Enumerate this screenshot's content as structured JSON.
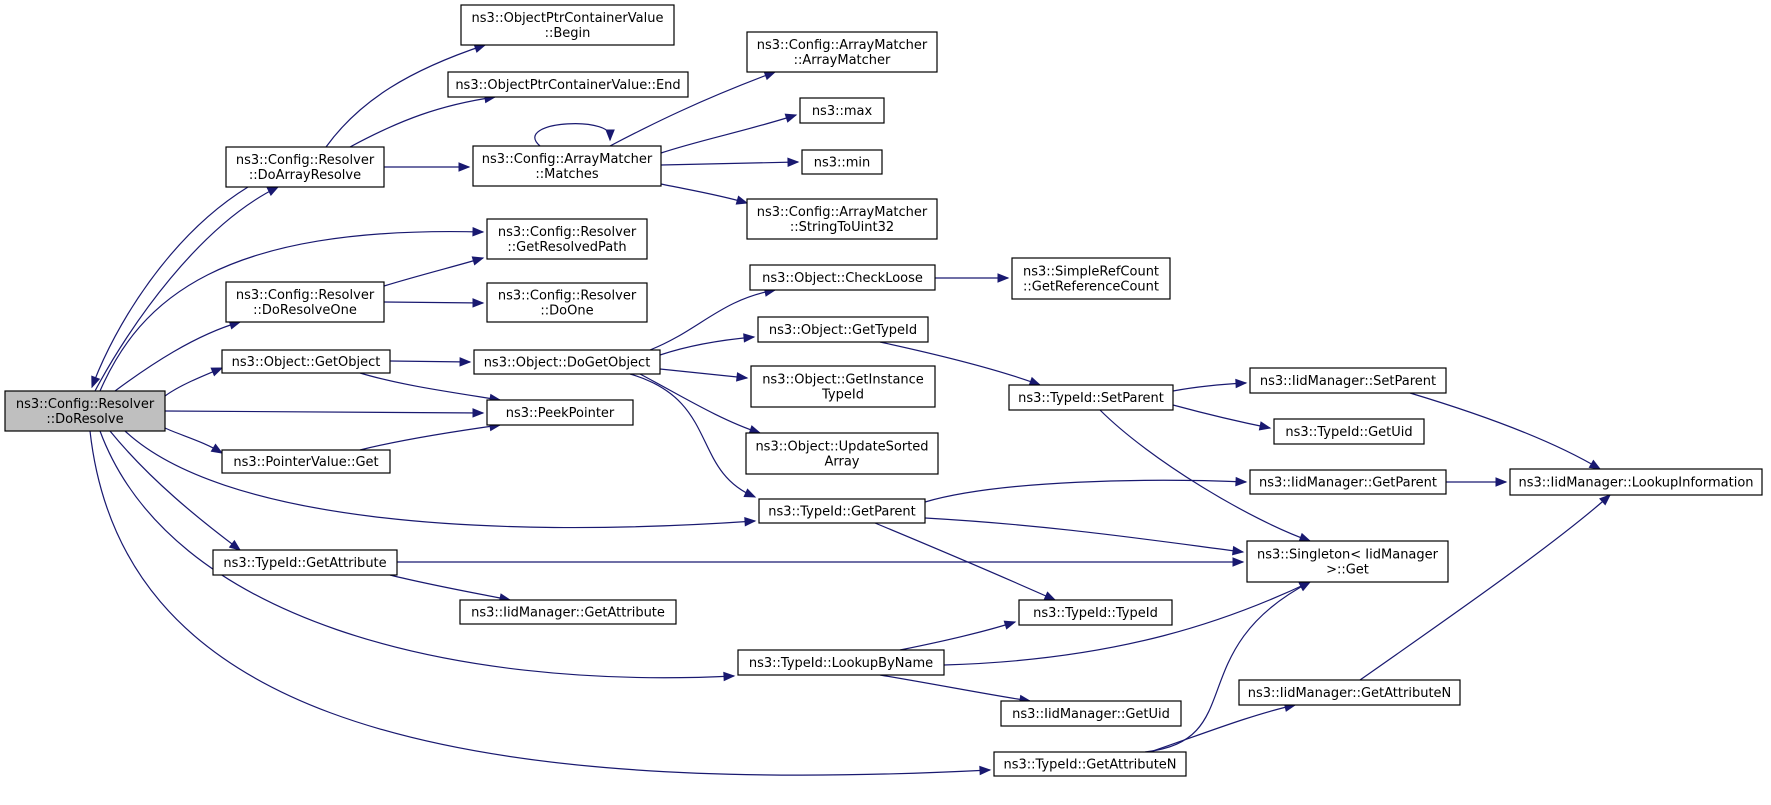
{
  "nodes": [
    {
      "id": "doresolve",
      "lines": [
        "ns3::Config::Resolver",
        "::DoResolve"
      ],
      "root": true
    },
    {
      "id": "dorarrayresolve",
      "lines": [
        "ns3::Config::Resolver",
        "::DoArrayResolve"
      ]
    },
    {
      "id": "getresolvedpath",
      "lines": [
        "ns3::Config::Resolver",
        "::GetResolvedPath"
      ]
    },
    {
      "id": "doresolveone",
      "lines": [
        "ns3::Config::Resolver",
        "::DoResolveOne"
      ]
    },
    {
      "id": "getobject",
      "lines": [
        "ns3::Object::GetObject"
      ]
    },
    {
      "id": "peekpointer",
      "lines": [
        "ns3::PeekPointer"
      ]
    },
    {
      "id": "pvget",
      "lines": [
        "ns3::PointerValue::Get"
      ]
    },
    {
      "id": "tid_getattribute",
      "lines": [
        "ns3::TypeId::GetAttribute"
      ]
    },
    {
      "id": "tid_getparent",
      "lines": [
        "ns3::TypeId::GetParent"
      ]
    },
    {
      "id": "lookupbyname",
      "lines": [
        "ns3::TypeId::LookupByName"
      ]
    },
    {
      "id": "tid_getattributen",
      "lines": [
        "ns3::TypeId::GetAttributeN"
      ]
    },
    {
      "id": "opcv_begin",
      "lines": [
        "ns3::ObjectPtrContainerValue",
        "::Begin"
      ]
    },
    {
      "id": "opcv_end",
      "lines": [
        "ns3::ObjectPtrContainerValue::End"
      ]
    },
    {
      "id": "am_matches",
      "lines": [
        "ns3::Config::ArrayMatcher",
        "::Matches"
      ]
    },
    {
      "id": "doone",
      "lines": [
        "ns3::Config::Resolver",
        "::DoOne"
      ]
    },
    {
      "id": "dogetobject",
      "lines": [
        "ns3::Object::DoGetObject"
      ]
    },
    {
      "id": "iid_getattribute",
      "lines": [
        "ns3::IidManager::GetAttribute"
      ]
    },
    {
      "id": "am_ctor",
      "lines": [
        "ns3::Config::ArrayMatcher",
        "::ArrayMatcher"
      ]
    },
    {
      "id": "max",
      "lines": [
        "ns3::max"
      ]
    },
    {
      "id": "min",
      "lines": [
        "ns3::min"
      ]
    },
    {
      "id": "am_stou32",
      "lines": [
        "ns3::Config::ArrayMatcher",
        "::StringToUint32"
      ]
    },
    {
      "id": "checkloose",
      "lines": [
        "ns3::Object::CheckLoose"
      ]
    },
    {
      "id": "obj_gettypeid",
      "lines": [
        "ns3::Object::GetTypeId"
      ]
    },
    {
      "id": "getinstancetypeid",
      "lines": [
        "ns3::Object::GetInstance",
        "TypeId"
      ]
    },
    {
      "id": "updatesorted",
      "lines": [
        "ns3::Object::UpdateSorted",
        "Array"
      ]
    },
    {
      "id": "tid_typeid",
      "lines": [
        "ns3::TypeId::TypeId"
      ]
    },
    {
      "id": "iid_getuid",
      "lines": [
        "ns3::IidManager::GetUid"
      ]
    },
    {
      "id": "getrefcount",
      "lines": [
        "ns3::SimpleRefCount",
        "::GetReferenceCount"
      ]
    },
    {
      "id": "tid_setparent",
      "lines": [
        "ns3::TypeId::SetParent"
      ]
    },
    {
      "id": "singleton_get",
      "lines": [
        "ns3::Singleton< IidManager",
        ">::Get"
      ]
    },
    {
      "id": "iid_getattributen",
      "lines": [
        "ns3::IidManager::GetAttributeN"
      ]
    },
    {
      "id": "iid_setparent",
      "lines": [
        "ns3::IidManager::SetParent"
      ]
    },
    {
      "id": "tid_getuid",
      "lines": [
        "ns3::TypeId::GetUid"
      ]
    },
    {
      "id": "iid_getparent",
      "lines": [
        "ns3::IidManager::GetParent"
      ]
    },
    {
      "id": "iid_lookupinfo",
      "lines": [
        "ns3::IidManager::LookupInformation"
      ]
    }
  ],
  "edges": [
    {
      "from": "doresolve",
      "to": "dorarrayresolve"
    },
    {
      "from": "doresolve",
      "to": "getresolvedpath"
    },
    {
      "from": "doresolve",
      "to": "doresolveone"
    },
    {
      "from": "doresolve",
      "to": "getobject"
    },
    {
      "from": "doresolve",
      "to": "peekpointer"
    },
    {
      "from": "doresolve",
      "to": "pvget"
    },
    {
      "from": "doresolve",
      "to": "tid_getattribute"
    },
    {
      "from": "doresolve",
      "to": "tid_getparent"
    },
    {
      "from": "doresolve",
      "to": "lookupbyname"
    },
    {
      "from": "doresolve",
      "to": "tid_getattributen"
    },
    {
      "from": "dorarrayresolve",
      "to": "doresolve"
    },
    {
      "from": "dorarrayresolve",
      "to": "opcv_begin"
    },
    {
      "from": "dorarrayresolve",
      "to": "opcv_end"
    },
    {
      "from": "dorarrayresolve",
      "to": "am_matches"
    },
    {
      "from": "doresolveone",
      "to": "getresolvedpath"
    },
    {
      "from": "doresolveone",
      "to": "doone"
    },
    {
      "from": "getobject",
      "to": "dogetobject"
    },
    {
      "from": "getobject",
      "to": "peekpointer"
    },
    {
      "from": "pvget",
      "to": "peekpointer"
    },
    {
      "from": "tid_getattribute",
      "to": "iid_getattribute"
    },
    {
      "from": "tid_getattribute",
      "to": "singleton_get"
    },
    {
      "from": "am_matches",
      "to": "am_matches"
    },
    {
      "from": "am_matches",
      "to": "am_ctor"
    },
    {
      "from": "am_matches",
      "to": "max"
    },
    {
      "from": "am_matches",
      "to": "min"
    },
    {
      "from": "am_matches",
      "to": "am_stou32"
    },
    {
      "from": "dogetobject",
      "to": "checkloose"
    },
    {
      "from": "dogetobject",
      "to": "obj_gettypeid"
    },
    {
      "from": "dogetobject",
      "to": "getinstancetypeid"
    },
    {
      "from": "dogetobject",
      "to": "updatesorted"
    },
    {
      "from": "dogetobject",
      "to": "tid_getparent"
    },
    {
      "from": "checkloose",
      "to": "getrefcount"
    },
    {
      "from": "obj_gettypeid",
      "to": "tid_setparent"
    },
    {
      "from": "tid_getparent",
      "to": "iid_getparent"
    },
    {
      "from": "tid_getparent",
      "to": "singleton_get"
    },
    {
      "from": "tid_getparent",
      "to": "tid_typeid"
    },
    {
      "from": "lookupbyname",
      "to": "tid_typeid"
    },
    {
      "from": "lookupbyname",
      "to": "singleton_get"
    },
    {
      "from": "lookupbyname",
      "to": "iid_getuid"
    },
    {
      "from": "tid_getattributen",
      "to": "singleton_get"
    },
    {
      "from": "tid_getattributen",
      "to": "iid_getattributen"
    },
    {
      "from": "tid_setparent",
      "to": "iid_setparent"
    },
    {
      "from": "tid_setparent",
      "to": "tid_getuid"
    },
    {
      "from": "tid_setparent",
      "to": "singleton_get"
    },
    {
      "from": "iid_setparent",
      "to": "iid_lookupinfo"
    },
    {
      "from": "iid_getparent",
      "to": "iid_lookupinfo"
    },
    {
      "from": "iid_getattributen",
      "to": "iid_lookupinfo"
    }
  ]
}
